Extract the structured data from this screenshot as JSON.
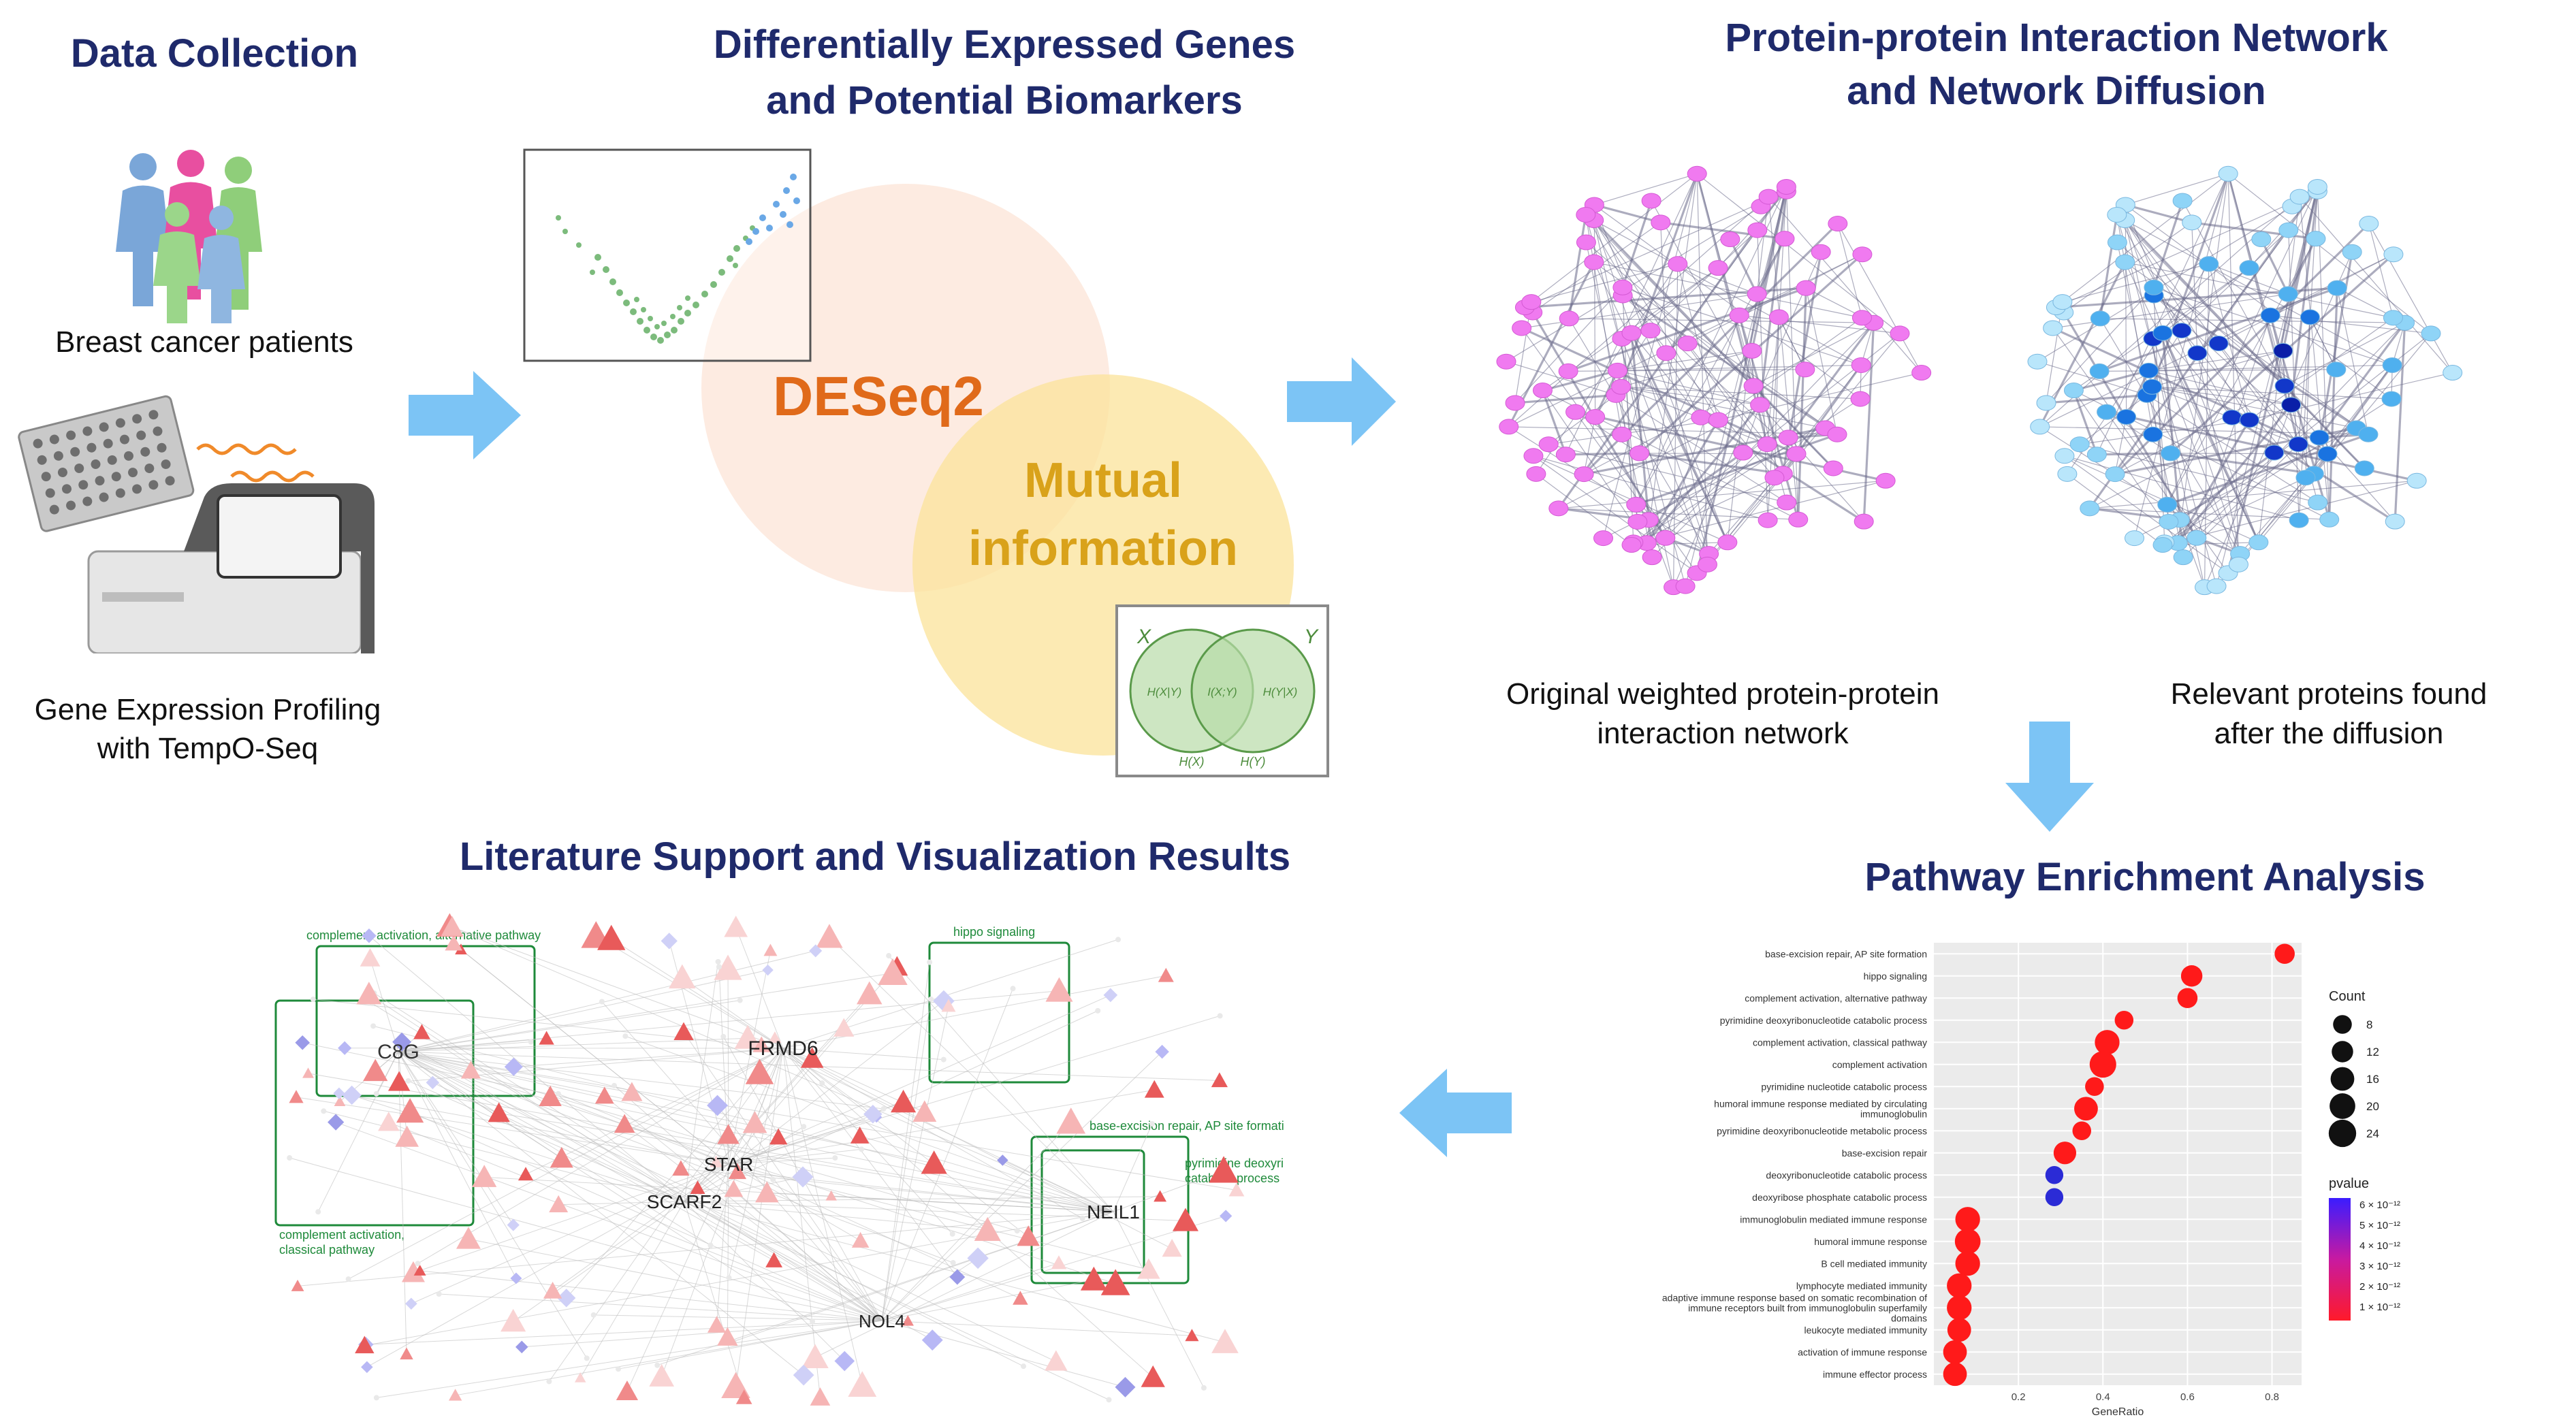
{
  "sections": {
    "data_collection": {
      "title": "Data Collection",
      "patients_caption": "Breast cancer patients",
      "profiling_caption_line1": "Gene Expression Profiling",
      "profiling_caption_line2": "with TempO-Seq"
    },
    "deg": {
      "title_line1": "Differentially Expressed Genes",
      "title_line2": "and Potential Biomarkers",
      "deseq_label": "DESeq2",
      "mutual_line1": "Mutual",
      "mutual_line2": "information",
      "venn_x": "X",
      "venn_y": "Y",
      "venn_left": "H(X|Y)",
      "venn_mid": "I(X;Y)",
      "venn_right": "H(Y|X)",
      "venn_hx": "H(X)",
      "venn_hy": "H(Y)"
    },
    "ppi": {
      "title_line1": "Protein-protein Interaction Network",
      "title_line2": "and Network Diffusion",
      "left_caption_line1": "Original weighted protein-protein",
      "left_caption_line2": "interaction network",
      "right_caption_line1": "Relevant proteins found",
      "right_caption_line2": "after the diffusion"
    },
    "pathway": {
      "title": "Pathway Enrichment Analysis"
    },
    "literature": {
      "title": "Literature Support and Visualization Results",
      "box_labels": {
        "alt_pathway": "complement activation, alternative pathway",
        "hippo": "hippo signaling",
        "classical": "complement activation,",
        "classical2": "classical pathway",
        "ber": "base-excision repair, AP site formation",
        "pyrimidine": "pyrimidine deoxyribonucleotide",
        "pyrimidine2": "catabolic process"
      },
      "hub_genes": [
        "C8G",
        "FRMD6",
        "STAR",
        "SCARF2",
        "NOL4",
        "NEIL1"
      ]
    }
  },
  "chart_data": {
    "type": "scatter",
    "xlabel": "GeneRatio",
    "x_ticks": [
      "0.2",
      "0.4",
      "0.6",
      "0.8"
    ],
    "xlim": [
      0.0,
      0.87
    ],
    "categories": [
      "base-excision repair, AP site formation",
      "hippo signaling",
      "complement activation, alternative pathway",
      "pyrimidine deoxyribonucleotide catabolic process",
      "complement activation, classical pathway",
      "complement activation",
      "pyrimidine nucleotide catabolic process",
      "humoral immune response mediated by circulating immunoglobulin",
      "pyrimidine deoxyribonucleotide metabolic process",
      "base-excision repair",
      "deoxyribonucleotide catabolic process",
      "deoxyribose phosphate catabolic process",
      "immunoglobulin mediated immune response",
      "humoral immune response",
      "B cell mediated immunity",
      "lymphocyte mediated immunity",
      "adaptive immune response based on somatic recombination of immune receptors built from immunoglobulin superfamily domains",
      "leukocyte mediated immunity",
      "activation of immune response",
      "immune effector process"
    ],
    "gene_ratio": [
      0.83,
      0.61,
      0.6,
      0.45,
      0.41,
      0.4,
      0.38,
      0.36,
      0.35,
      0.31,
      0.285,
      0.285,
      0.08,
      0.08,
      0.08,
      0.06,
      0.06,
      0.06,
      0.05,
      0.05
    ],
    "count": [
      10,
      12,
      10,
      8,
      18,
      22,
      8,
      16,
      8,
      14,
      7,
      7,
      18,
      20,
      18,
      18,
      18,
      16,
      16,
      16
    ],
    "pvalue_color": [
      "#ff1a1a",
      "#ff1a1a",
      "#ff1a1a",
      "#ff1a1a",
      "#ff1a1a",
      "#ff1a1a",
      "#ff1a1a",
      "#ff1a1a",
      "#ff1a1a",
      "#ff1a1a",
      "#2b2bd6",
      "#2b2bd6",
      "#ff1a1a",
      "#ff1a1a",
      "#ff1a1a",
      "#ff1a1a",
      "#ff1a1a",
      "#ff1a1a",
      "#ff1a1a",
      "#ff1a1a"
    ],
    "legend_count_title": "Count",
    "legend_count_values": [
      "8",
      "12",
      "16",
      "20",
      "24"
    ],
    "legend_pvalue_title": "pvalue",
    "legend_pvalue_labels": [
      "6 × 10⁻¹²",
      "5 × 10⁻¹²",
      "4 × 10⁻¹²",
      "3 × 10⁻¹²",
      "2 × 10⁻¹²",
      "1 × 10⁻¹²"
    ],
    "legend_placement": "right",
    "grid": true
  },
  "colors": {
    "heading": "#1f2a6b",
    "arrow": "#7cc4f5",
    "deseq": "#e06a1a",
    "mutual": "#d9a21a",
    "network_pink": "#f07af0",
    "box_green": "#1e8a3a"
  }
}
